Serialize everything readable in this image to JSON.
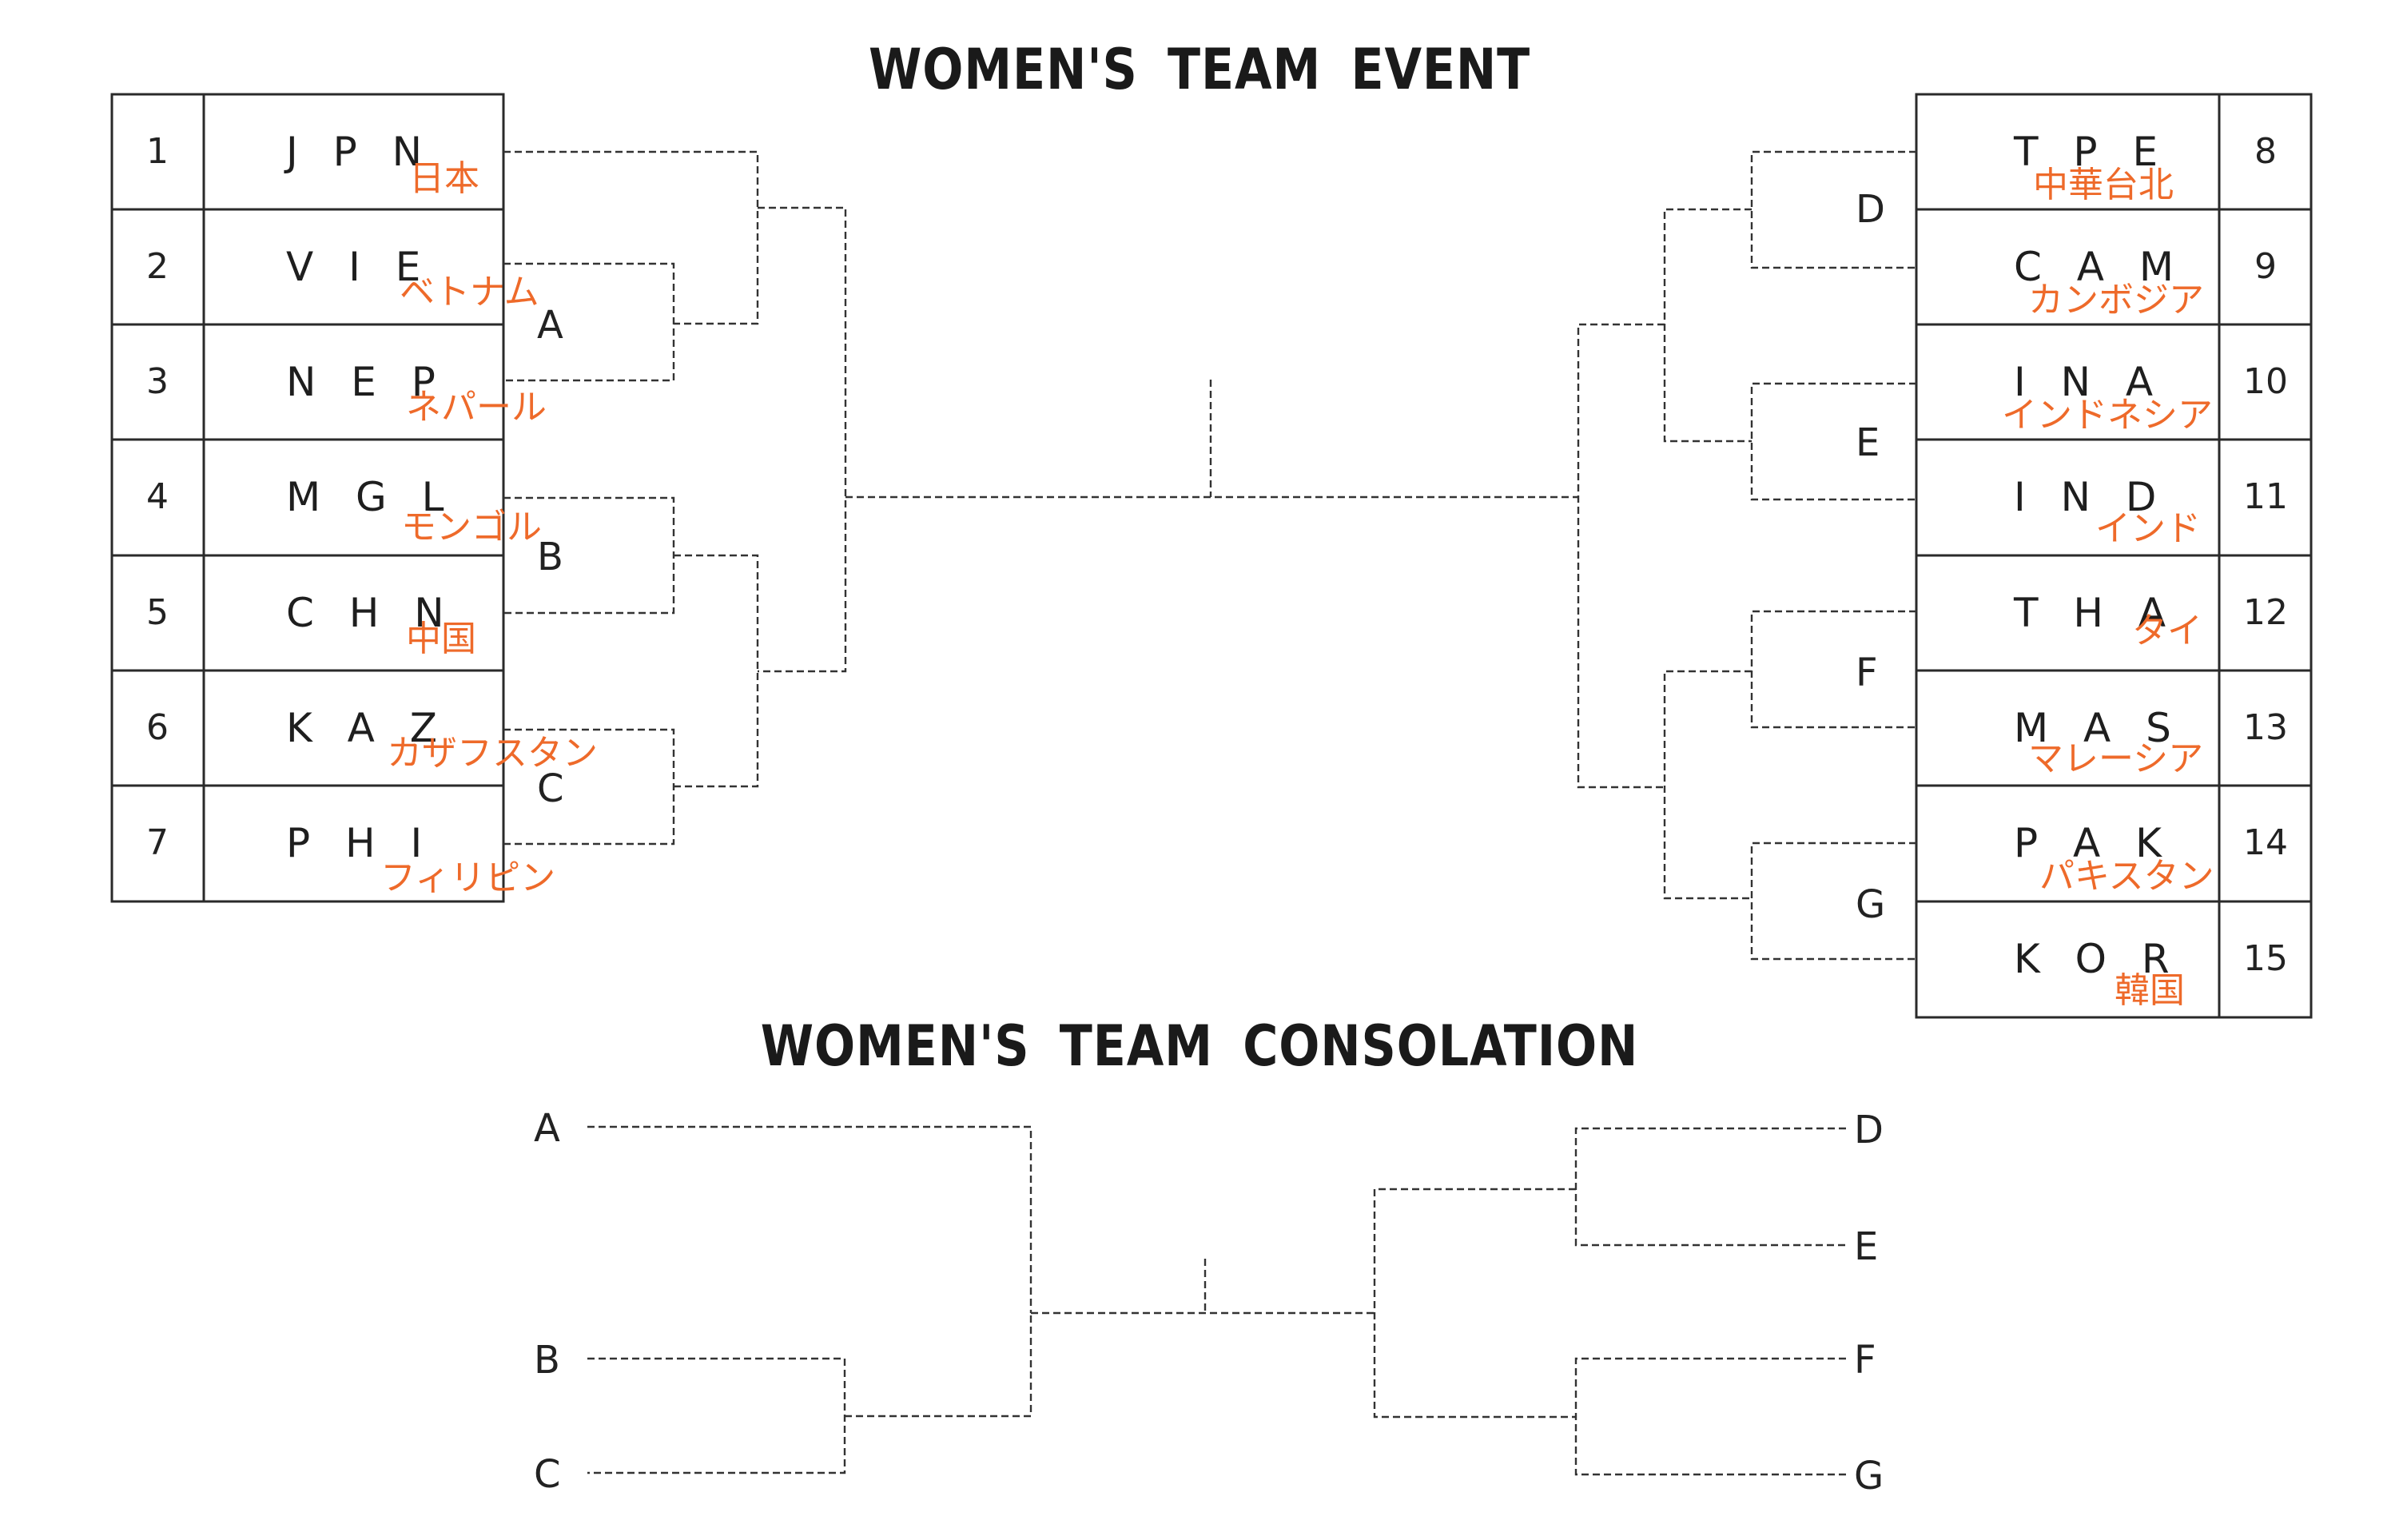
{
  "titles": {
    "main": "WOMEN'S TEAM EVENT",
    "consolation": "WOMEN'S TEAM CONSOLATION"
  },
  "colors": {
    "line": "#333333",
    "japanese_name": "#ee6a2a",
    "text": "#222222"
  },
  "left_teams": [
    {
      "seed": "1",
      "code": "J P N",
      "name_ja": "日本"
    },
    {
      "seed": "2",
      "code": "V I E",
      "name_ja": "ベトナム"
    },
    {
      "seed": "3",
      "code": "N E P",
      "name_ja": "ネパール"
    },
    {
      "seed": "4",
      "code": "M G L",
      "name_ja": "モンゴル"
    },
    {
      "seed": "5",
      "code": "C H N",
      "name_ja": "中国"
    },
    {
      "seed": "6",
      "code": "K A Z",
      "name_ja": "カザフスタン"
    },
    {
      "seed": "7",
      "code": "P H I",
      "name_ja": "フィリピン"
    }
  ],
  "right_teams": [
    {
      "seed": "8",
      "code": "T P E",
      "name_ja": "中華台北"
    },
    {
      "seed": "9",
      "code": "C A M",
      "name_ja": "カンボジア"
    },
    {
      "seed": "10",
      "code": "I N A",
      "name_ja": "インドネシア"
    },
    {
      "seed": "11",
      "code": "I N D",
      "name_ja": "インド"
    },
    {
      "seed": "12",
      "code": "T H A",
      "name_ja": "タイ"
    },
    {
      "seed": "13",
      "code": "M A S",
      "name_ja": "マレーシア"
    },
    {
      "seed": "14",
      "code": "P A K",
      "name_ja": "パキスタン"
    },
    {
      "seed": "15",
      "code": "K O R",
      "name_ja": "韓国"
    }
  ],
  "main_match_labels": {
    "a": "A",
    "b": "B",
    "c": "C",
    "d": "D",
    "e": "E",
    "f": "F",
    "g": "G"
  },
  "consolation_labels": {
    "a": "A",
    "b": "B",
    "c": "C",
    "d": "D",
    "e": "E",
    "f": "F",
    "g": "G"
  }
}
